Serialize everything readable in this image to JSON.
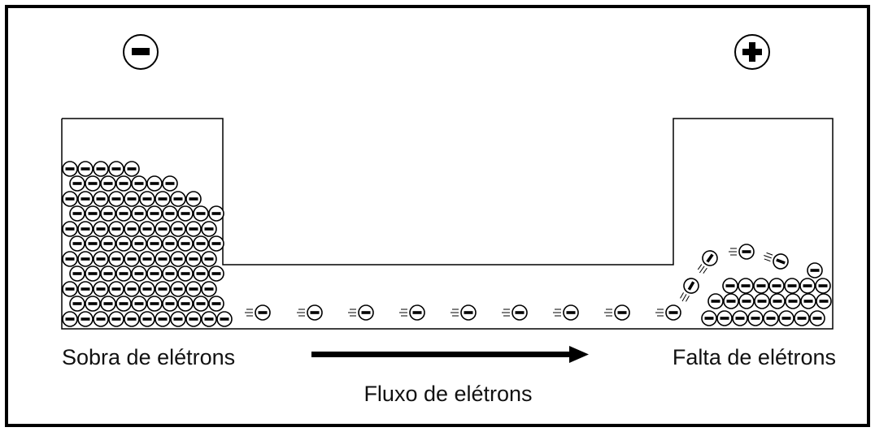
{
  "diagram": {
    "negative_terminal": {
      "symbol": "−",
      "icon": "minus-circle-icon"
    },
    "positive_terminal": {
      "symbol": "+",
      "icon": "plus-circle-icon"
    },
    "left_label": "Sobra de elétrons",
    "right_label": "Falta de elétrons",
    "flow_label": "Fluxo de elétrons",
    "electron_symbol": "−",
    "colors": {
      "ink": "#000000",
      "paper": "#ffffff"
    }
  }
}
